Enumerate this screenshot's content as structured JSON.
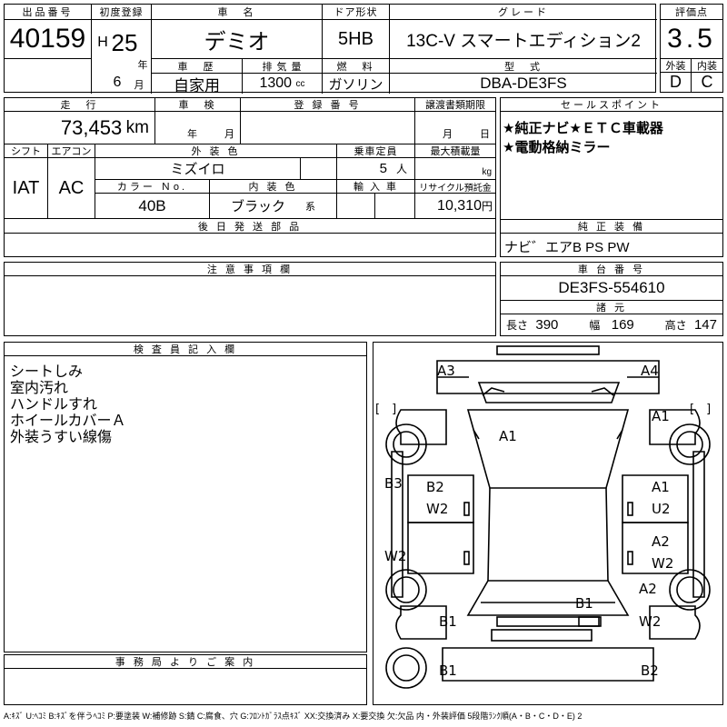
{
  "header": {
    "lot_label": "出品番号",
    "lot_value": "40159",
    "first_reg_label": "初度登録",
    "era": "H",
    "year": "25",
    "year_unit": "年",
    "month": "6",
    "month_unit": "月",
    "name_label": "車　名",
    "name_value": "デミオ",
    "door_label": "ドア形状",
    "door_value": "5HB",
    "grade_label": "グレード",
    "grade_value": "13C-V スマートエディション2",
    "score_label": "評価点",
    "score_value": "3.5",
    "history_label": "車　歴",
    "history_value": "自家用",
    "displacement_label": "排 気 量",
    "displacement_value": "1300",
    "displacement_unit": "cc",
    "fuel_label": "燃　料",
    "fuel_value": "ガソリン",
    "model_label": "型　式",
    "model_value": "DBA-DE3FS",
    "exterior_label": "外装",
    "exterior_value": "D",
    "interior_label": "内装",
    "interior_value": "C"
  },
  "row2": {
    "mileage_label": "走　行",
    "mileage_value": "73,453",
    "mileage_unit": "km",
    "inspection_label": "車　検",
    "inspection_year_unit": "年",
    "inspection_month_unit": "月",
    "reg_no_label": "登 録 番 号",
    "transfer_label": "譲渡書類期限",
    "transfer_month_unit": "月",
    "transfer_day_unit": "日",
    "shift_label": "シフト",
    "shift_value": "IAT",
    "ac_label": "エアコン",
    "ac_value": "AC",
    "color_label": "外 装 色",
    "color_value": "ミズイロ",
    "capacity_label": "乗車定員",
    "capacity_value": "5",
    "capacity_unit": "人",
    "load_label": "最大積載量",
    "load_unit": "kg",
    "color_no_label": "カラー Ｎo.",
    "color_no_value": "40B",
    "int_color_label": "内 装 色",
    "int_color_value": "ブラック",
    "int_color_unit": "系",
    "import_label": "輸 入 車",
    "recycle_label": "リサイクル預託金",
    "recycle_value": "10,310",
    "recycle_unit": "円",
    "later_parts_label": "後 日 発 送 部 品"
  },
  "sales": {
    "label": "セールスポイント",
    "lines": [
      "★純正ナビ★ＥＴＣ車載器",
      "★電動格納ミラー"
    ]
  },
  "equipment": {
    "label": "純 正 装 備",
    "value": "ナビ゛エアB PS PW"
  },
  "notes": {
    "label": "注 意 事 項 欄"
  },
  "chassis": {
    "label": "車 台 番 号",
    "value": "DE3FS-554610",
    "dims_label": "諸 元",
    "length_label": "長さ",
    "length_value": "390",
    "width_label": "幅",
    "width_value": "169",
    "height_label": "高さ",
    "height_value": "147"
  },
  "inspector": {
    "label": "検 査 員 記 入 欄",
    "lines": [
      "シートしみ",
      "室内汚れ",
      "ハンドルすれ",
      "ホイールカバーＡ",
      "外装うすい線傷"
    ]
  },
  "office": {
    "label": "事 務 局 よ り ご 案 内"
  },
  "diagram": {
    "marks": [
      "A3",
      "A4",
      "A1",
      "A1",
      "B3",
      "B2",
      "W2",
      "A1",
      "U2",
      "W2",
      "A2",
      "W2",
      "A2",
      "B1",
      "B1",
      "W2",
      "B1",
      "B2"
    ],
    "bracket_left": "[　]",
    "bracket_right": "[　]"
  },
  "legend": "A:ｷｽﾞ U:ﾍｺﾐ B:ｷｽﾞを伴うﾍｺﾐ P:要塗装 W:補修跡 S:錆 C:腐食、穴 G:ﾌﾛﾝﾄｶﾞﾗｽ点ｷｽﾞ XX:交換済み X:要交換 欠:欠品 内・外装評価 5段階ﾗﾝｸ順(A・B・C・D・E) 2"
}
